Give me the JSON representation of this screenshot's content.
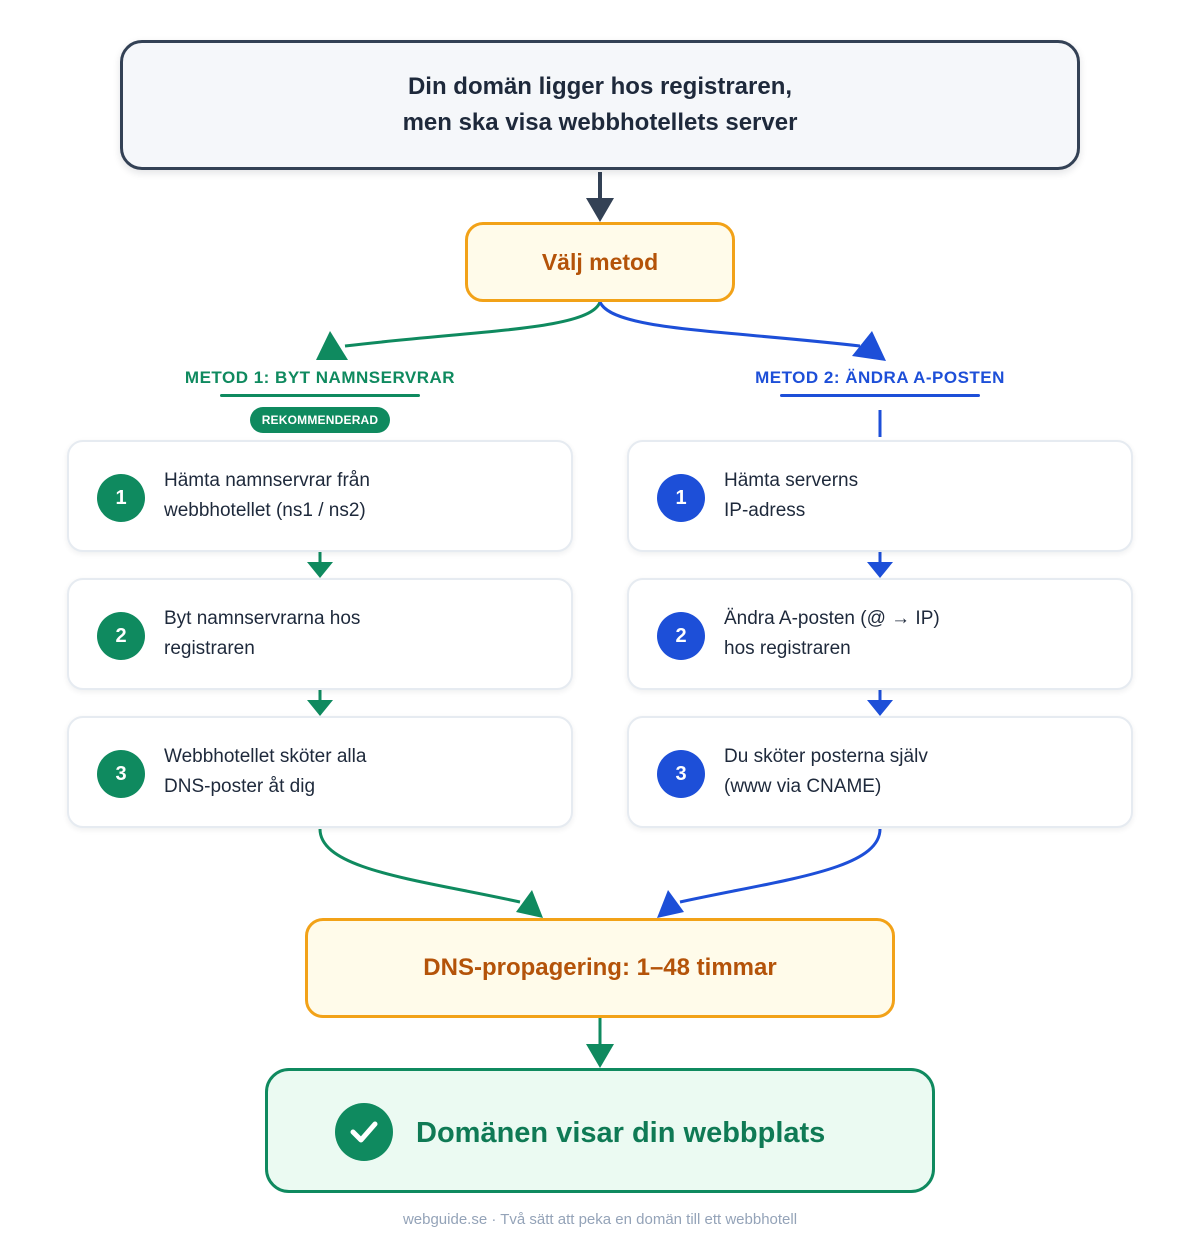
{
  "colors": {
    "dark": "#334155",
    "orange": "#f2a218",
    "orange_text": "#b45309",
    "green": "#0f8a5f",
    "blue": "#1d4fd8"
  },
  "top_box": {
    "line1": "Din domän ligger hos registraren,",
    "line2": "men ska visa webbhotellets server"
  },
  "method_box": {
    "label": "Välj metod"
  },
  "method1": {
    "title": "METOD 1: BYT NAMNSERVRAR",
    "badge": "REKOMMENDERAD",
    "steps": [
      {
        "num": "1",
        "line1": "Hämta namnservrar från",
        "line2": "webbhotellet (ns1 / ns2)"
      },
      {
        "num": "2",
        "line1": "Byt namnservrarna hos",
        "line2": "registraren"
      },
      {
        "num": "3",
        "line1": "Webbhotellet sköter alla",
        "line2": "DNS-poster åt dig"
      }
    ]
  },
  "method2": {
    "title": "METOD 2: ÄNDRA A-POSTEN",
    "steps": [
      {
        "num": "1",
        "line1": "Hämta serverns",
        "line2": "IP-adress"
      },
      {
        "num": "2",
        "line1": "Ändra A-posten (@ → IP)",
        "line2": "hos registraren"
      },
      {
        "num": "3",
        "line1": "Du sköter posterna själv",
        "line2": "(www via CNAME)"
      }
    ]
  },
  "dns_box": {
    "label": "DNS-propagering: 1–48 timmar"
  },
  "final_box": {
    "label": "Domänen visar din webbplats",
    "icon": "checkmark-icon"
  },
  "footer": {
    "text": "webguide.se · Två sätt att peka en domän till ett webbhotell"
  }
}
